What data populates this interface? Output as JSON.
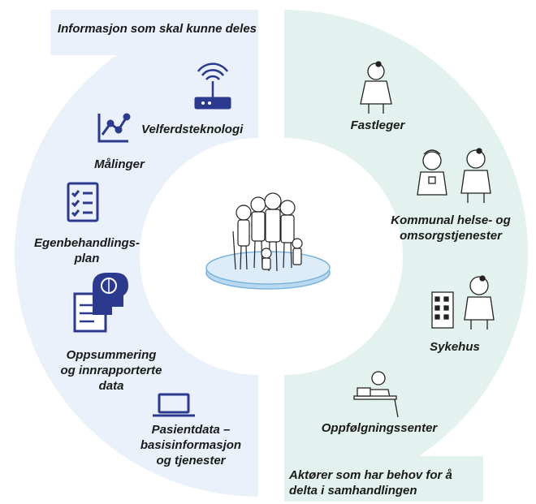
{
  "left_panel": {
    "header": "Informasjon som skal kunne deles",
    "items": [
      {
        "label": "Velferdsteknologi",
        "icon": "router-icon"
      },
      {
        "label": "Målinger",
        "icon": "line-chart-icon"
      },
      {
        "label": "Egenbehandlings-\nplan",
        "icon": "checklist-icon"
      },
      {
        "label": "Oppsummering\nog innrapporterte\ndata",
        "icon": "brain-document-icon"
      },
      {
        "label": "Pasientdata –\nbasisinformasjon\nog tjenester",
        "icon": "laptop-icon"
      }
    ]
  },
  "right_panel": {
    "footer": "Aktører som har behov for å\ndelta i samhandlingen",
    "items": [
      {
        "label": "Fastleger",
        "icon": "doctor-icon"
      },
      {
        "label": "Kommunal helse- og\nomsorgstjenester",
        "icon": "nurse-and-doctor-icon"
      },
      {
        "label": "Sykehus",
        "icon": "hospital-doctor-icon"
      },
      {
        "label": "Oppfølgningssenter",
        "icon": "person-at-computer-icon"
      }
    ]
  },
  "center": {
    "icon": "patient-group-icon"
  },
  "colors": {
    "left": "#eaf1fb",
    "right": "#e3f1ef",
    "icon_blue": "#2b3a8f"
  }
}
